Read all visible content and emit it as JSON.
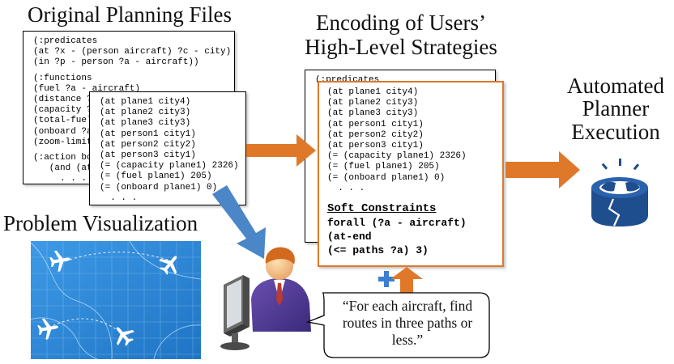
{
  "titles": {
    "original": "Original Planning Files",
    "encoding_line1": "Encoding of Users’",
    "encoding_line2": "High-Level Strategies",
    "automated_line1": "Automated",
    "automated_line2": "Planner",
    "automated_line3": "Execution",
    "problem": "Problem Visualization"
  },
  "domain_file": {
    "lines_top": [
      "(:predicates",
      "(at ?x - (person aircraft) ?c - city)",
      "(in ?p - person ?a - aircraft))"
    ],
    "lines_mid": [
      "(:functions",
      "(fuel ?a - aircraft)",
      "(distance ?c",
      "(capacity ?a",
      "(total-fuel",
      "(onboard ?a",
      "(zoom-limit"
    ],
    "lines_bottom": [
      "(:action boa",
      "   (and (at",
      "     . . ."
    ]
  },
  "problem_file": {
    "lines": [
      "(at plane1 city4)",
      "(at plane2 city3)",
      "(at plane3 city3)",
      "(at person1 city1)",
      "(at person2 city2)",
      "(at person3 city1)",
      "(= (capacity plane1) 2326)",
      "(= (fuel plane1) 205)",
      "(= (onboard plane1) 0)",
      "  . . ."
    ]
  },
  "encoded_back": {
    "lines": [
      "(:predicates"
    ]
  },
  "encoded_front": {
    "lines": [
      "(at plane1 city4)",
      "(at plane2 city3)",
      "(at plane3 city3)",
      "(at person1 city1)",
      "(at person2 city2)",
      "(at person3 city1)",
      "(= (capacity plane1) 2326)",
      "(= (fuel plane1) 205)",
      "(= (onboard plane1) 0)",
      "  . . ."
    ],
    "soft_title": "Soft Constraints",
    "soft_lines": [
      "forall (?a - aircraft)",
      "(at-end",
      "(<= paths ?a) 3)"
    ]
  },
  "speech_bubble": {
    "line1": "“For each aircraft, find",
    "line2": "routes in three paths or",
    "line3": "less.”"
  },
  "colors": {
    "orange": "#e0782a",
    "blue_arrow": "#4a86c8",
    "map_bg": "#2f8fdc",
    "planner_icon": "#1f4e8f",
    "plus": "#3a7fd0"
  }
}
